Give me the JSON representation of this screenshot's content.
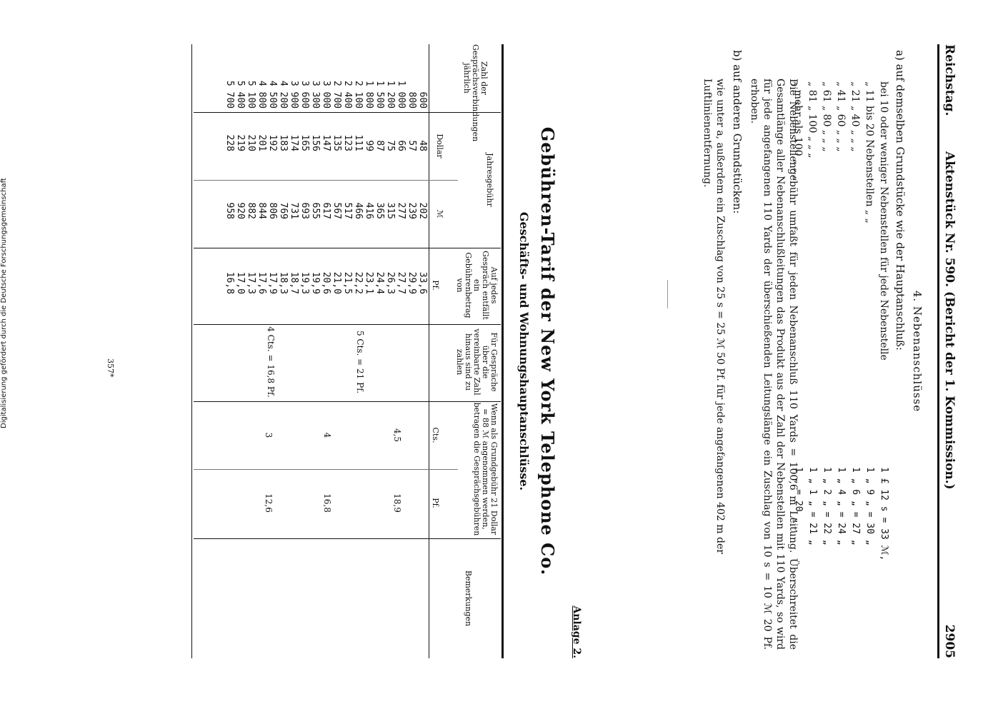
{
  "header": {
    "left": "Reichstag.",
    "middle": "Aktenstück Nr. 590.  (Bericht der 1. Kommission.)",
    "page_number": "2905"
  },
  "section": {
    "title": "4. Nebenanschlüsse",
    "a_heading": "a) auf demselben Grundstücke wie der Hauptanschluß:",
    "rates": [
      {
        "label": "bei 10 oder weniger Nebenstellen für jede Nebenstelle",
        "value": "1 £ 12 s = 33 ℳ,"
      },
      {
        "label": "„ 11 bis 20 Nebenstellen „ „",
        "value": "1 „ 9 „ = 30 „"
      },
      {
        "label": "„ 21 „ 40 „ „ „",
        "value": "1 „ 6 „ = 27 „"
      },
      {
        "label": "„ 41 „ 60 „ „ „",
        "value": "1 „ 4 „ = 24 „"
      },
      {
        "label": "„ 61 „ 80 „ „ „",
        "value": "1 „ 2 „ = 22 „"
      },
      {
        "label": "„ 81 „ 100 „ „ „",
        "value": "1 „ 1 „ = 21 „"
      },
      {
        "label": "„ mehr als 100 „ „ „",
        "value": "1 „ = 20 „ ."
      }
    ],
    "paragraph": "Die Nebenstellengebühr umfaßt für jeden Nebenanschluß 110 Yards = 100,6 m Leitung. Überschreitet die Gesamtlänge aller Nebenanschlußleitungen das Produkt aus der Zahl der Nebenstellen mit 110 Yards, so wird für jede angefangenen 110 Yards der überschießenden Leitungslänge ein Zuschlag von 10 s = 10 ℳ 20 Pf. erhoben.",
    "b_heading": "b) auf anderen Grundstücken:",
    "b_paragraph": "wie unter a, außerdem ein Zuschlag von 25 s = 25 ℳ 50 Pf. für jede angefangenen 402 m der Luftlinienentfernung."
  },
  "anlage": "Anlage 2.",
  "tariff": {
    "title": "Gebühren-Tarif der New York Telephone Co.",
    "subtitle": "Geschäfts- und Wohnungshauptanschlüsse.",
    "headers": {
      "count": "Zahl der Gesprächsverbindungen jährlich",
      "annual": "Jahresgebühr",
      "dollar": "Dollar",
      "mark": "ℳ",
      "per_call": "Auf jedes Gespräch entfällt ein Gebührenbetrag von",
      "pf": "Pf.",
      "over": "Für Gespräche über die vereinbarte Zahl hinaus sind zu zahlen",
      "basic": "Wenn als Grundgebühr 21 Dollar = 88 ℳ angenommen werden, betragen die Gesprächsgebühren",
      "cts": "Cts.",
      "pf2": "Pf.",
      "remarks": "Bemerkungen"
    },
    "rows": [
      {
        "count": "600",
        "dollar": "48",
        "mark": "202",
        "pf": "33,6"
      },
      {
        "count": "800",
        "dollar": "57",
        "mark": "239",
        "pf": "29,9"
      },
      {
        "count": "1 000",
        "dollar": "66",
        "mark": "277",
        "pf": "27,7"
      },
      {
        "count": "1 200",
        "dollar": "75",
        "mark": "315",
        "pf": "26,3"
      },
      {
        "count": "1 500",
        "dollar": "87",
        "mark": "365",
        "pf": "24,4"
      },
      {
        "count": "1 800",
        "dollar": "99",
        "mark": "416",
        "pf": "23,1"
      },
      {
        "count": "2 100",
        "dollar": "111",
        "mark": "466",
        "pf": "22,2"
      },
      {
        "count": "2 400",
        "dollar": "123",
        "mark": "517",
        "pf": "21,5"
      },
      {
        "count": "2 700",
        "dollar": "135",
        "mark": "567",
        "pf": "21,0"
      },
      {
        "count": "3 000",
        "dollar": "147",
        "mark": "617",
        "pf": "20,6"
      },
      {
        "count": "3 300",
        "dollar": "156",
        "mark": "655",
        "pf": "19,9"
      },
      {
        "count": "3 600",
        "dollar": "165",
        "mark": "693",
        "pf": "19,3"
      },
      {
        "count": "3 900",
        "dollar": "174",
        "mark": "731",
        "pf": "18,7"
      },
      {
        "count": "4 200",
        "dollar": "183",
        "mark": "769",
        "pf": "18,3"
      },
      {
        "count": "4 500",
        "dollar": "192",
        "mark": "806",
        "pf": "17,9"
      },
      {
        "count": "4 800",
        "dollar": "201",
        "mark": "844",
        "pf": "17,6"
      },
      {
        "count": "5 100",
        "dollar": "210",
        "mark": "882",
        "pf": "17,3"
      },
      {
        "count": "5 400",
        "dollar": "219",
        "mark": "920",
        "pf": "17,0"
      },
      {
        "count": "5 700",
        "dollar": "228",
        "mark": "958",
        "pf": "16,8"
      }
    ],
    "groups": {
      "over_1": "5 Cts. = 21 Pf.",
      "over_2": "4 Cts. = 16,8 Pf.",
      "cts_1": "4,5",
      "cts_2": "4",
      "cts_3": "3",
      "pf_1": "18,9",
      "pf_2": "16,8",
      "pf_3": "12,6"
    }
  },
  "footer_code": "357*",
  "side_note": "Digitalisierung gefördert durch die Deutsche Forschungsgemeinschaft"
}
